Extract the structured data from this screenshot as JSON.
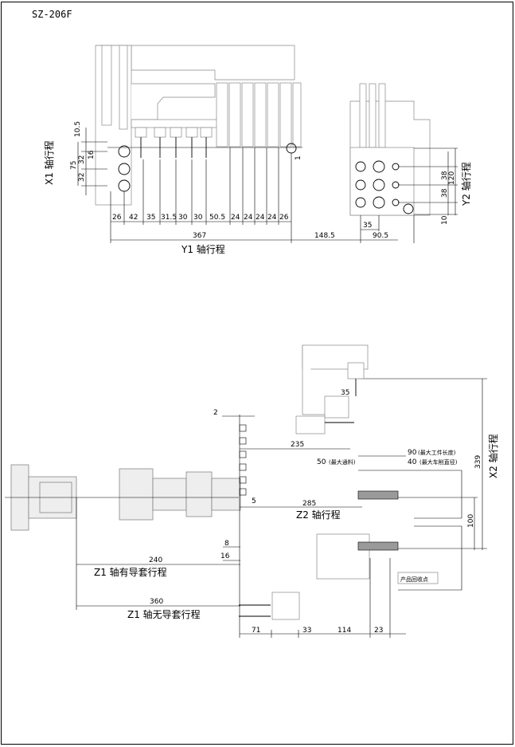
{
  "model": "SZ-206F",
  "top_view": {
    "labels": {
      "x1": "X1 轴行程",
      "y1": "Y1 轴行程",
      "y2": "Y2 轴行程"
    },
    "left_vertical_dims": [
      "10.5",
      "75",
      "32",
      "32",
      "16"
    ],
    "bottom_segments": [
      "26",
      "42",
      "35",
      "31.5",
      "30",
      "30",
      "50.5",
      "24",
      "24",
      "24",
      "24",
      "26"
    ],
    "overall": [
      "367",
      "148.5",
      "90.5",
      "35"
    ],
    "right_vertical_dims": [
      "1",
      "38",
      "38",
      "120",
      "10"
    ]
  },
  "side_view": {
    "labels": {
      "z1_guided": "Z1 轴有导套行程",
      "z1_unguided": "Z1 轴无导套行程",
      "z2": "Z2 轴行程",
      "x2": "X2 轴行程",
      "max_spindle_through": "(最大通料)",
      "max_tool_length": "(最大工件长度)",
      "max_turning_diameter": "(最大车削直径)",
      "product_recovery_point": "产品回收点"
    },
    "dims": {
      "d2": "2",
      "d35": "35",
      "d235": "235",
      "d90": "90",
      "d50": "50",
      "d40": "40",
      "d339": "339",
      "d5": "5",
      "d285": "285",
      "d100": "100",
      "d8": "8",
      "d16": "16",
      "d240": "240",
      "d360": "360",
      "d71": "71",
      "d33": "33",
      "d114": "114",
      "d23": "23"
    }
  }
}
